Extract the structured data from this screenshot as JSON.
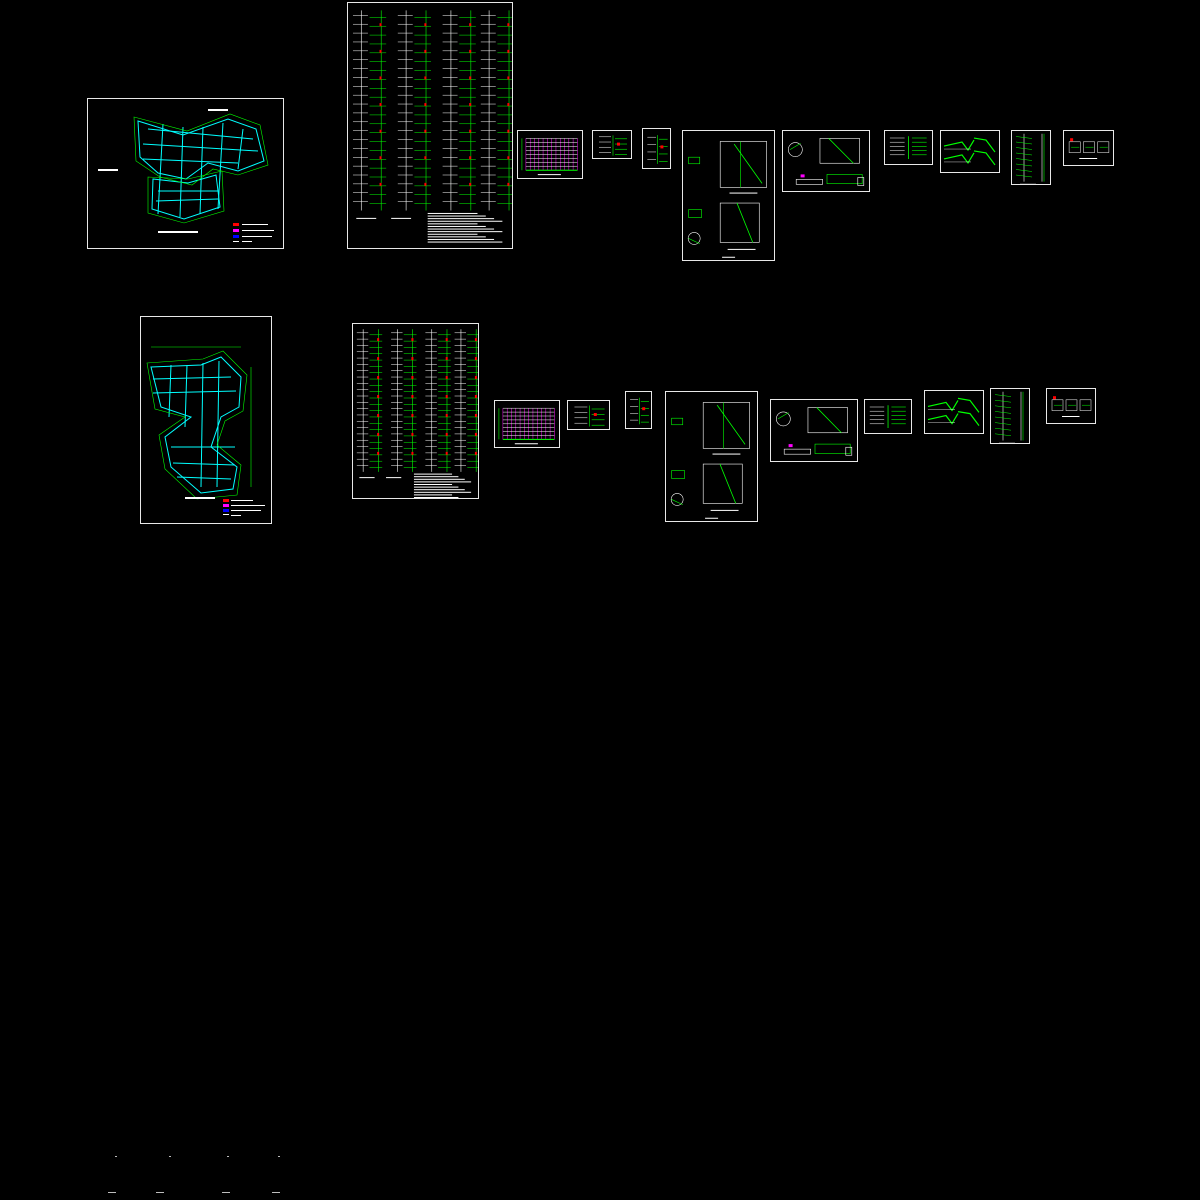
{
  "viewport": {
    "background": "#000000",
    "line_colors": {
      "frame": "#e8e8e8",
      "wall": "#00ffff",
      "rebar": "#00ff00",
      "highlight": "#ff0000",
      "section": "#ff00ff",
      "note": "#ffffff"
    }
  },
  "sheets": [
    {
      "id": "plan-a",
      "kind": "floor-plan",
      "row": 1
    },
    {
      "id": "column-schedule-a",
      "kind": "column-elevations",
      "row": 1
    },
    {
      "id": "grid-detail-a",
      "kind": "grid-detail",
      "row": 1
    },
    {
      "id": "small-detail-a1",
      "kind": "detail",
      "row": 1
    },
    {
      "id": "small-detail-a2",
      "kind": "detail",
      "row": 1
    },
    {
      "id": "section-sheet-a",
      "kind": "section-details",
      "row": 1
    },
    {
      "id": "beam-detail-a",
      "kind": "detail",
      "row": 1
    },
    {
      "id": "stair-detail-a1",
      "kind": "detail",
      "row": 1
    },
    {
      "id": "stair-detail-a2",
      "kind": "detail",
      "row": 1
    },
    {
      "id": "wall-detail-a",
      "kind": "detail",
      "row": 1
    },
    {
      "id": "table-detail-a",
      "kind": "detail",
      "row": 1
    },
    {
      "id": "plan-b",
      "kind": "floor-plan",
      "row": 2
    },
    {
      "id": "column-schedule-b",
      "kind": "column-elevations",
      "row": 2
    },
    {
      "id": "grid-detail-b",
      "kind": "grid-detail",
      "row": 2
    },
    {
      "id": "small-detail-b1",
      "kind": "detail",
      "row": 2
    },
    {
      "id": "small-detail-b2",
      "kind": "detail",
      "row": 2
    },
    {
      "id": "section-sheet-b",
      "kind": "section-details",
      "row": 2
    },
    {
      "id": "beam-detail-b",
      "kind": "detail",
      "row": 2
    },
    {
      "id": "stair-detail-b1",
      "kind": "detail",
      "row": 2
    },
    {
      "id": "stair-detail-b2",
      "kind": "detail",
      "row": 2
    },
    {
      "id": "wall-detail-b",
      "kind": "detail",
      "row": 2
    },
    {
      "id": "table-detail-b",
      "kind": "detail",
      "row": 2
    }
  ]
}
